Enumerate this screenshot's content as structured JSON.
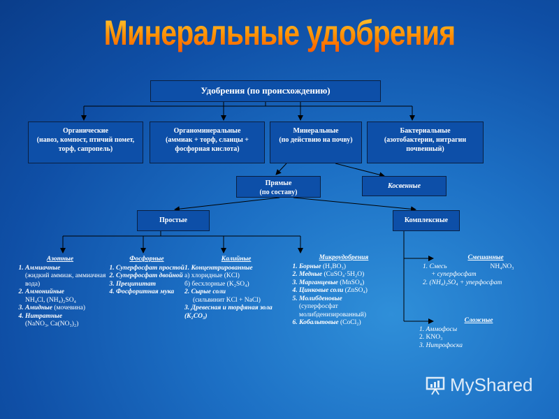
{
  "title": "Минеральные удобрения",
  "root": "Удобрения (по происхождению)",
  "level1": [
    {
      "title": "Органические",
      "text": "(навоз, компост, птичий помет, торф, сапропель)"
    },
    {
      "title": "Органоминеральные",
      "text": "(аммиак + торф, сланцы + фосфорная кислота)"
    },
    {
      "title": "Минеральные",
      "text": "(по действию на почву)"
    },
    {
      "title": "Бактериальные",
      "text": "(азотобактерии, нитрагин почвенный)"
    }
  ],
  "direct": {
    "title": "Прямые",
    "sub": "(по составу)"
  },
  "indirect": "Косвенные",
  "simple": "Простые",
  "complex": "Комплексные",
  "nitrogen": {
    "header": "Азотные",
    "items": [
      {
        "label": "Аммиачные",
        "extra": "(жидкий аммиак, аммиачная вода)"
      },
      {
        "label": "Аммонийные",
        "extra": "NH₄Cl, (NH₄)₂SO₄"
      },
      {
        "label": "Амидные",
        "extra": "(мочевина)"
      },
      {
        "label": "Нитратные",
        "extra": "(NaNO₃, Ca(NO₃)₂)"
      }
    ]
  },
  "phosphorus": {
    "header": "Фосфорные",
    "items": [
      "Суперфосфат простой",
      "Суперфосфат двойной",
      "Преципитат",
      "Фосфоритная мука"
    ]
  },
  "potassium": {
    "header": "Калийные",
    "l1": "1. Концентрированные",
    "l2": "а) хлоридные (KCl)",
    "l3": "б) бесхлорные (K₂SO₄)",
    "l4": "2. Сырые соли",
    "l5": "(сильвинит KCl + NaCl)",
    "l6": "3. Древесная и торфяная зола (K₂CO₃)"
  },
  "micro": {
    "header": "Микроудобрения",
    "items": [
      {
        "label": "Борные",
        "extra": "(H₃BO₃)"
      },
      {
        "label": "Медные",
        "extra": "(CuSO₄·5H₂O)"
      },
      {
        "label": "Марганцевые",
        "extra": "(MnSO₄)"
      },
      {
        "label": "Цинковые соли",
        "extra": "(ZnSO₄)"
      },
      {
        "label": "Молибденовые",
        "extra": "(суперфосфат молибденизированный)"
      },
      {
        "label": "Кобальтовые",
        "extra": "(CoCl₂)"
      }
    ]
  },
  "mixed": {
    "header": "Смешанные",
    "l1": "1. Смесь",
    "l1b": "NH₄NO₃",
    "l2": "+ суперфосфат",
    "l3": "2. (NH₄)₂SO₄ + уперфосфат"
  },
  "complexList": {
    "header": "Сложные",
    "items": [
      "1. Аммофосы",
      "2. KNO₃",
      "3. Нитрофоска"
    ]
  },
  "logo": "MyShared",
  "colors": {
    "box": "#0d4fa8",
    "title": "#ff9a10",
    "background": "#1c6fc4"
  }
}
